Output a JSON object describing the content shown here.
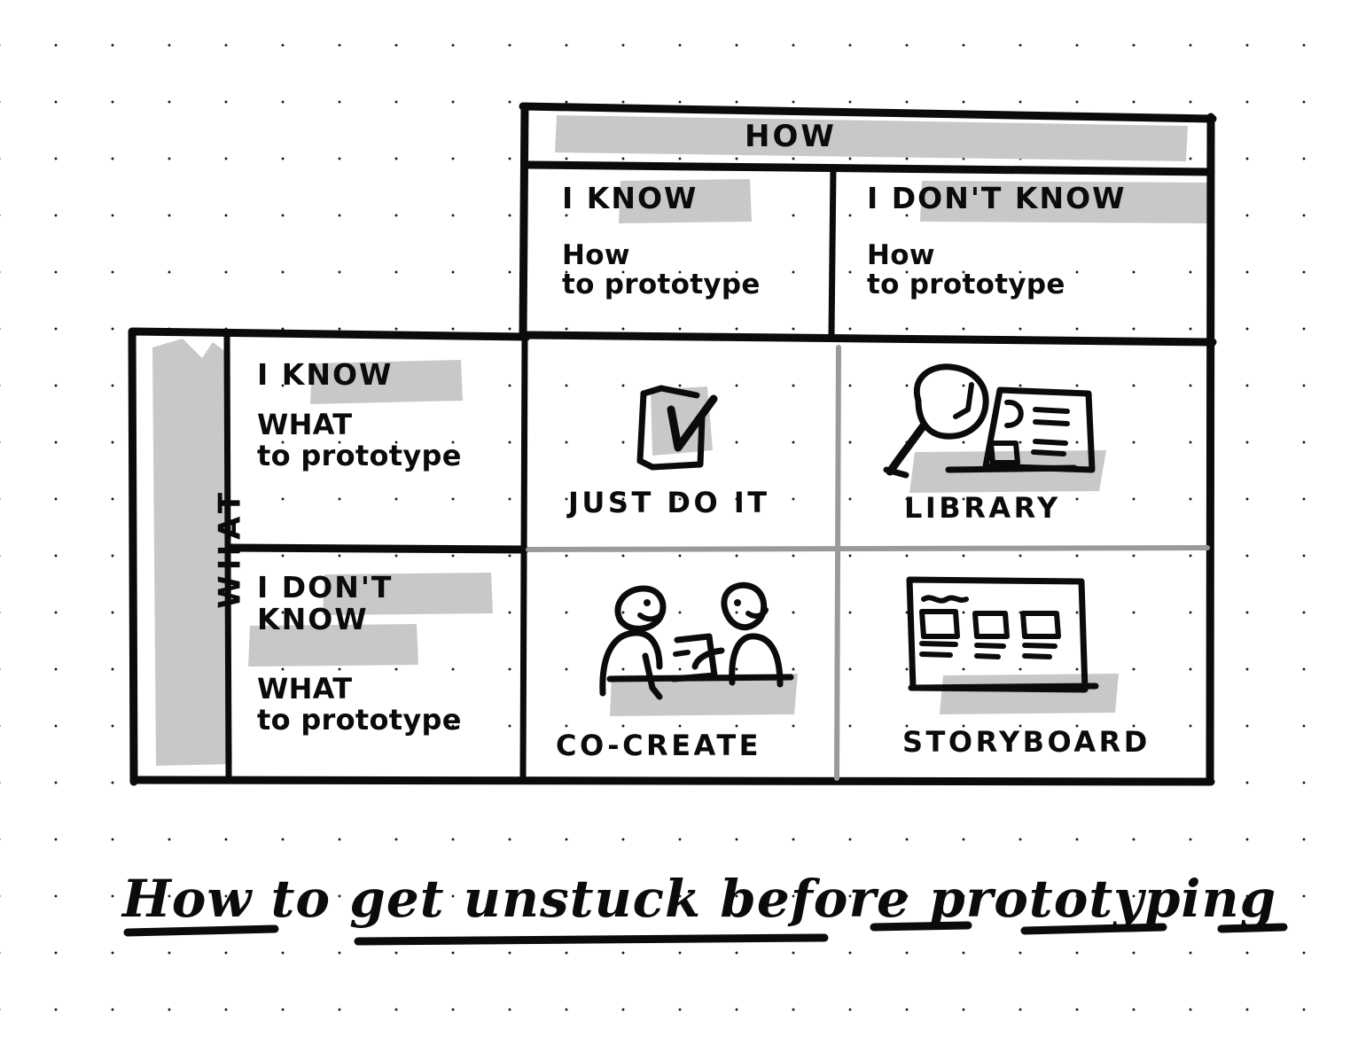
{
  "sketch": {
    "title": "How to get unstuck before prototyping",
    "background": "dot-grid-paper",
    "ink_color": "#0b0b0b",
    "highlight_color": "#c8c8c8",
    "divider_color": "#999999"
  },
  "matrix": {
    "column_axis": {
      "label": "HOW",
      "headers": [
        {
          "emphasis": "I KNOW",
          "detail": "How\nto prototype"
        },
        {
          "emphasis": "I DON'T KNOW",
          "detail": "How\nto prototype"
        }
      ]
    },
    "row_axis": {
      "label": "WHAT",
      "headers": [
        {
          "emphasis": "I KNOW",
          "detail": "WHAT\nto prototype"
        },
        {
          "emphasis": "I DON'T\nKNOW",
          "detail": "WHAT\nto prototype"
        }
      ]
    },
    "cells": [
      {
        "id": "know-what-know-how",
        "row": "I KNOW WHAT to prototype",
        "column": "I KNOW How to prototype",
        "label": "JUST DO IT",
        "icon": "checkbox-checked-icon"
      },
      {
        "id": "know-what-dont-know-how",
        "row": "I KNOW WHAT to prototype",
        "column": "I DON'T KNOW How to prototype",
        "label": "LIBRARY",
        "icon": "magnifying-glass-over-document-icon"
      },
      {
        "id": "dont-know-what-know-how",
        "row": "I DON'T KNOW WHAT to prototype",
        "column": "I KNOW How to prototype",
        "label": "CO-CREATE",
        "icon": "two-people-collaborating-icon"
      },
      {
        "id": "dont-know-what-dont-know-how",
        "row": "I DON'T KNOW WHAT to prototype",
        "column": "I DON'T KNOW How to prototype",
        "label": "STORYBOARD",
        "icon": "storyboard-panels-icon"
      }
    ]
  },
  "caption": {
    "text": "How to get unstuck before prototyping"
  }
}
